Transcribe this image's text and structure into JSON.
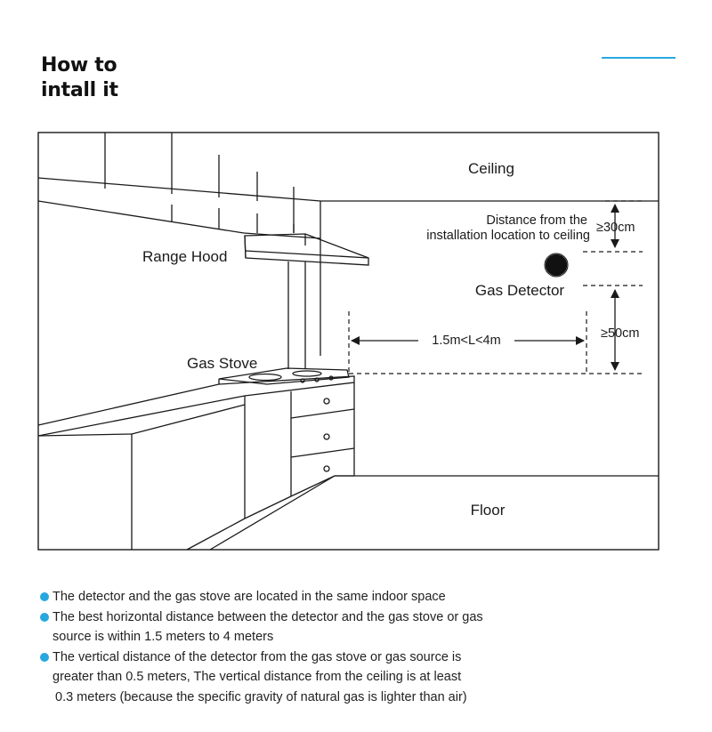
{
  "title": {
    "line1": "How to",
    "line2": "intall it"
  },
  "diagram": {
    "ceiling": "Ceiling",
    "floor": "Floor",
    "range_hood": "Range Hood",
    "gas_stove": "Gas Stove",
    "gas_detector": "Gas Detector",
    "ceiling_distance_line1": "Distance from the",
    "ceiling_distance_line2": "installation location to ceiling",
    "ceiling_distance_value": "≥30cm",
    "vertical_distance_value": "≥50cm",
    "horizontal_distance": "1.5m<L<4m"
  },
  "notes": [
    {
      "lines": [
        "The detector and the gas stove are located in the same indoor space"
      ]
    },
    {
      "lines": [
        "The best horizontal distance between the detector and the gas stove or gas",
        "source is within 1.5 meters to 4 meters"
      ]
    },
    {
      "lines": [
        "The vertical distance of the detector from the gas stove or gas source is",
        "greater than 0.5 meters, The vertical distance from the ceiling is at least",
        " 0.3 meters (because the specific gravity of natural gas is lighter than air)"
      ]
    }
  ],
  "colors": {
    "accent": "#27a7e0",
    "line": "#1a1a1a"
  }
}
